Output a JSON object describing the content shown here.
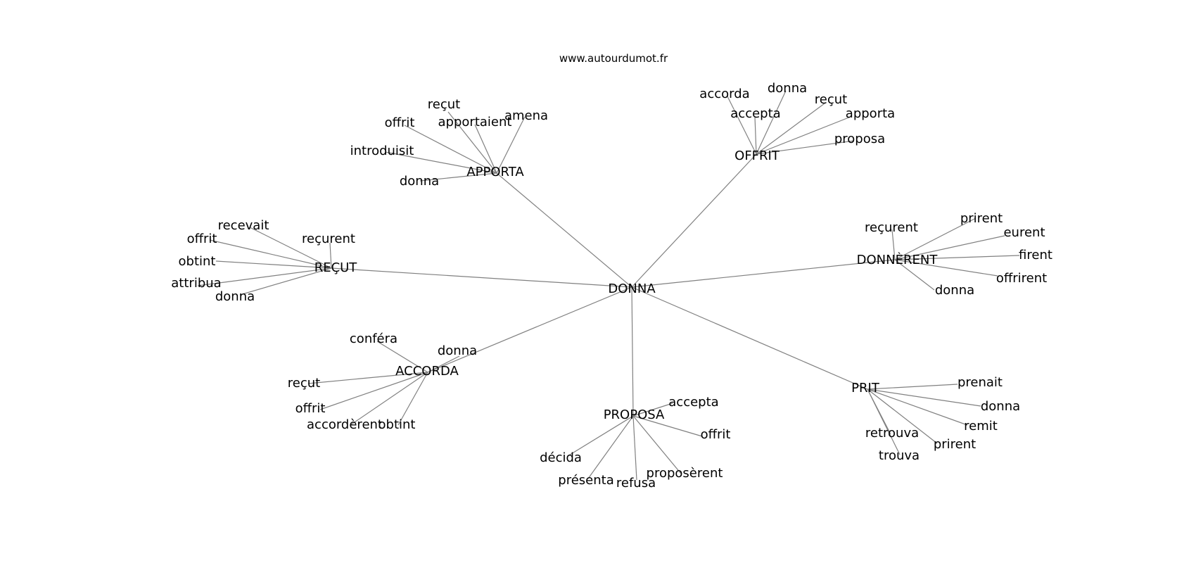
{
  "source": "www.autourdumot.fr",
  "center": "DONNA",
  "groups": [
    {
      "label": "APPORTA",
      "words": [
        "reçut",
        "amena",
        "offrit",
        "apportaient",
        "introduisit",
        "donna"
      ]
    },
    {
      "label": "OFFRIT",
      "words": [
        "accorda",
        "donna",
        "reçut",
        "accepta",
        "apporta",
        "proposa"
      ]
    },
    {
      "label": "REÇUT",
      "words": [
        "recevait",
        "reçurent",
        "offrit",
        "obtint",
        "attribua",
        "donna"
      ]
    },
    {
      "label": "DONNÈRENT",
      "words": [
        "reçurent",
        "prirent",
        "eurent",
        "firent",
        "offrirent",
        "donna"
      ]
    },
    {
      "label": "ACCORDA",
      "words": [
        "conféra",
        "donna",
        "reçut",
        "offrit",
        "accordèrent",
        "obtint"
      ]
    },
    {
      "label": "PROPOSA",
      "words": [
        "accepta",
        "offrit",
        "décida",
        "proposèrent",
        "présenta",
        "refusa"
      ]
    },
    {
      "label": "PRIT",
      "words": [
        "prenait",
        "donna",
        "remit",
        "retrouva",
        "prirent",
        "trouva"
      ]
    }
  ]
}
